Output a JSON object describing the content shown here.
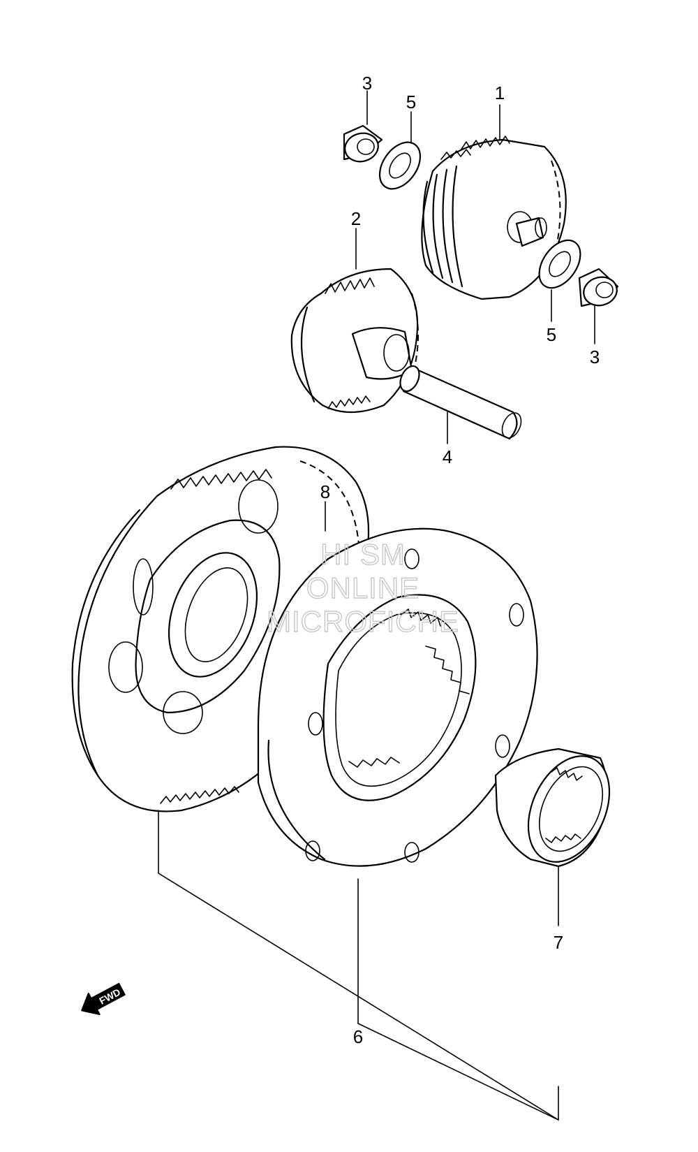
{
  "callouts": {
    "p1": "1",
    "p2": "2",
    "p3_top": "3",
    "p3_right": "3",
    "p4": "4",
    "p5_top": "5",
    "p5_right": "5",
    "p6": "6",
    "p7": "7",
    "p8": "8"
  },
  "direction_arrow": {
    "label": "FWD"
  },
  "watermark": {
    "line1": "HI SM",
    "line2": "ONLINE",
    "line3": "MICROFICHE"
  }
}
